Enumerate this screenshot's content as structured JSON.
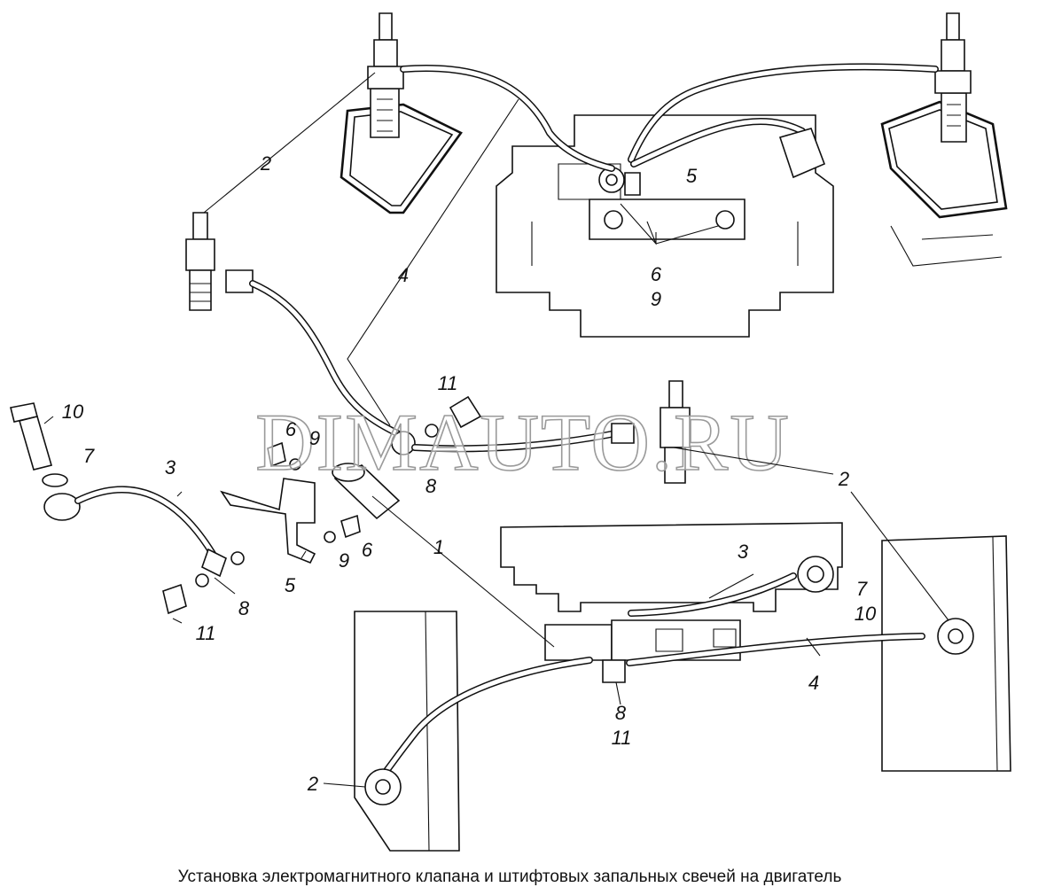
{
  "diagram": {
    "caption": "Установка электромагнитного клапана и штифтовых запальных свечей на двигатель",
    "watermark": "DIMAUTO.RU",
    "callouts": [
      "2",
      "4",
      "5",
      "6",
      "9",
      "10",
      "7",
      "3",
      "11",
      "8",
      "1",
      "2",
      "3",
      "7",
      "10",
      "4",
      "8",
      "11",
      "2",
      "6",
      "9",
      "5",
      "8",
      "11",
      "2",
      "9",
      "6"
    ]
  }
}
